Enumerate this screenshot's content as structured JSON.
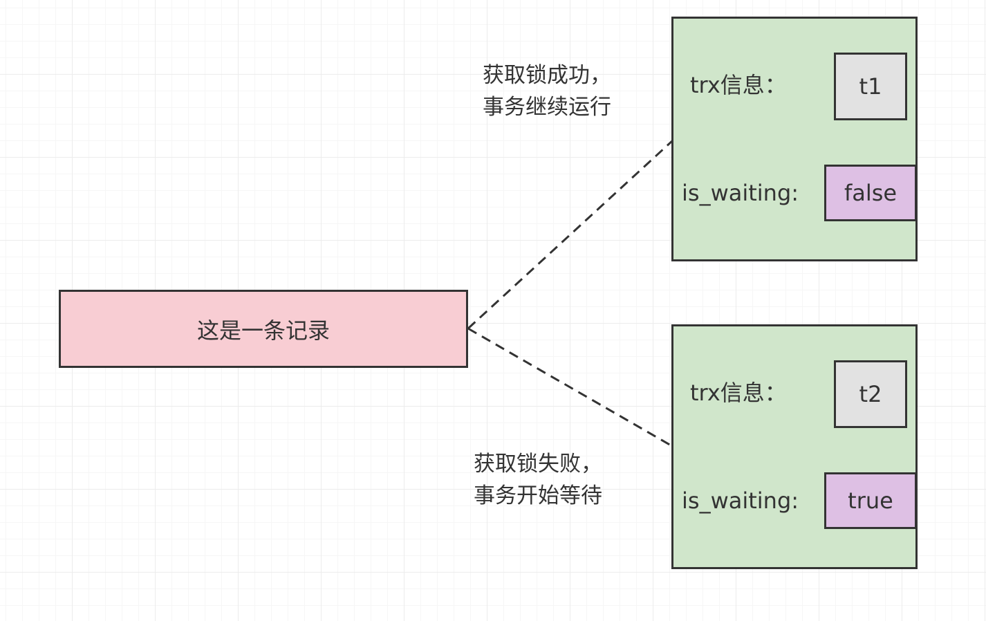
{
  "record": {
    "label": "这是一条记录"
  },
  "locks": [
    {
      "trx_label": "trx信息：",
      "trx_value": "t1",
      "waiting_label": "is_waiting:",
      "waiting_value": "false"
    },
    {
      "trx_label": "trx信息：",
      "trx_value": "t2",
      "waiting_label": "is_waiting:",
      "waiting_value": "true"
    }
  ],
  "annotations": {
    "success": {
      "line1": "获取锁成功，",
      "line2": "事务继续运行"
    },
    "fail": {
      "line1": "获取锁失败，",
      "line2": "事务开始等待"
    }
  },
  "colors": {
    "record_fill": "#f8cdd3",
    "lock_fill": "#d0e6cb",
    "trx_fill": "#e2e2e2",
    "waiting_fill": "#dec0e4",
    "stroke": "#333333"
  }
}
